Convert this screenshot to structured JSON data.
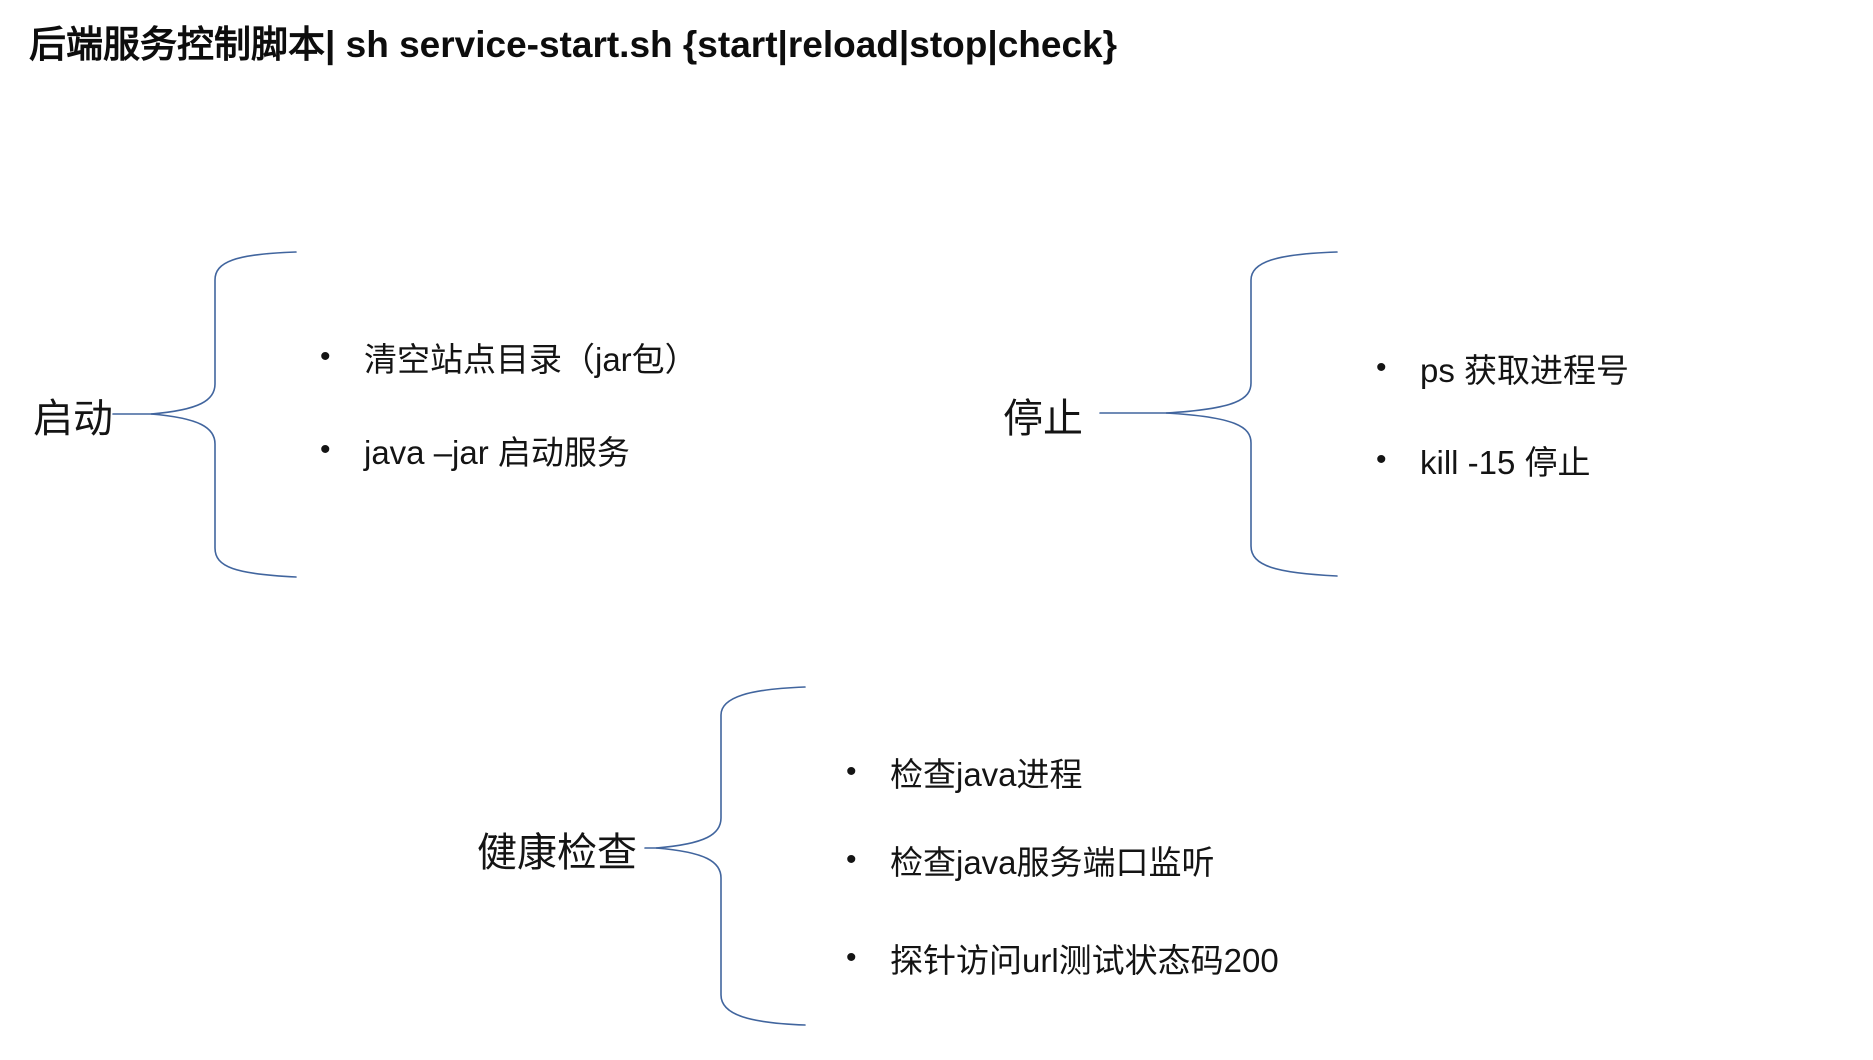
{
  "title": "后端服务控制脚本| sh service-start.sh {start|reload|stop|check}",
  "accent_color": "#41659E",
  "bullet_glyph": "•",
  "sections": [
    {
      "label": "启动",
      "items": [
        "清空站点目录（jar包）",
        "java –jar 启动服务"
      ]
    },
    {
      "label": "停止",
      "items": [
        "ps 获取进程号",
        "kill -15 停止"
      ]
    },
    {
      "label": "健康检查",
      "items": [
        "检查java进程",
        "检查java服务端口监听",
        "探针访问url测试状态码200"
      ]
    }
  ]
}
